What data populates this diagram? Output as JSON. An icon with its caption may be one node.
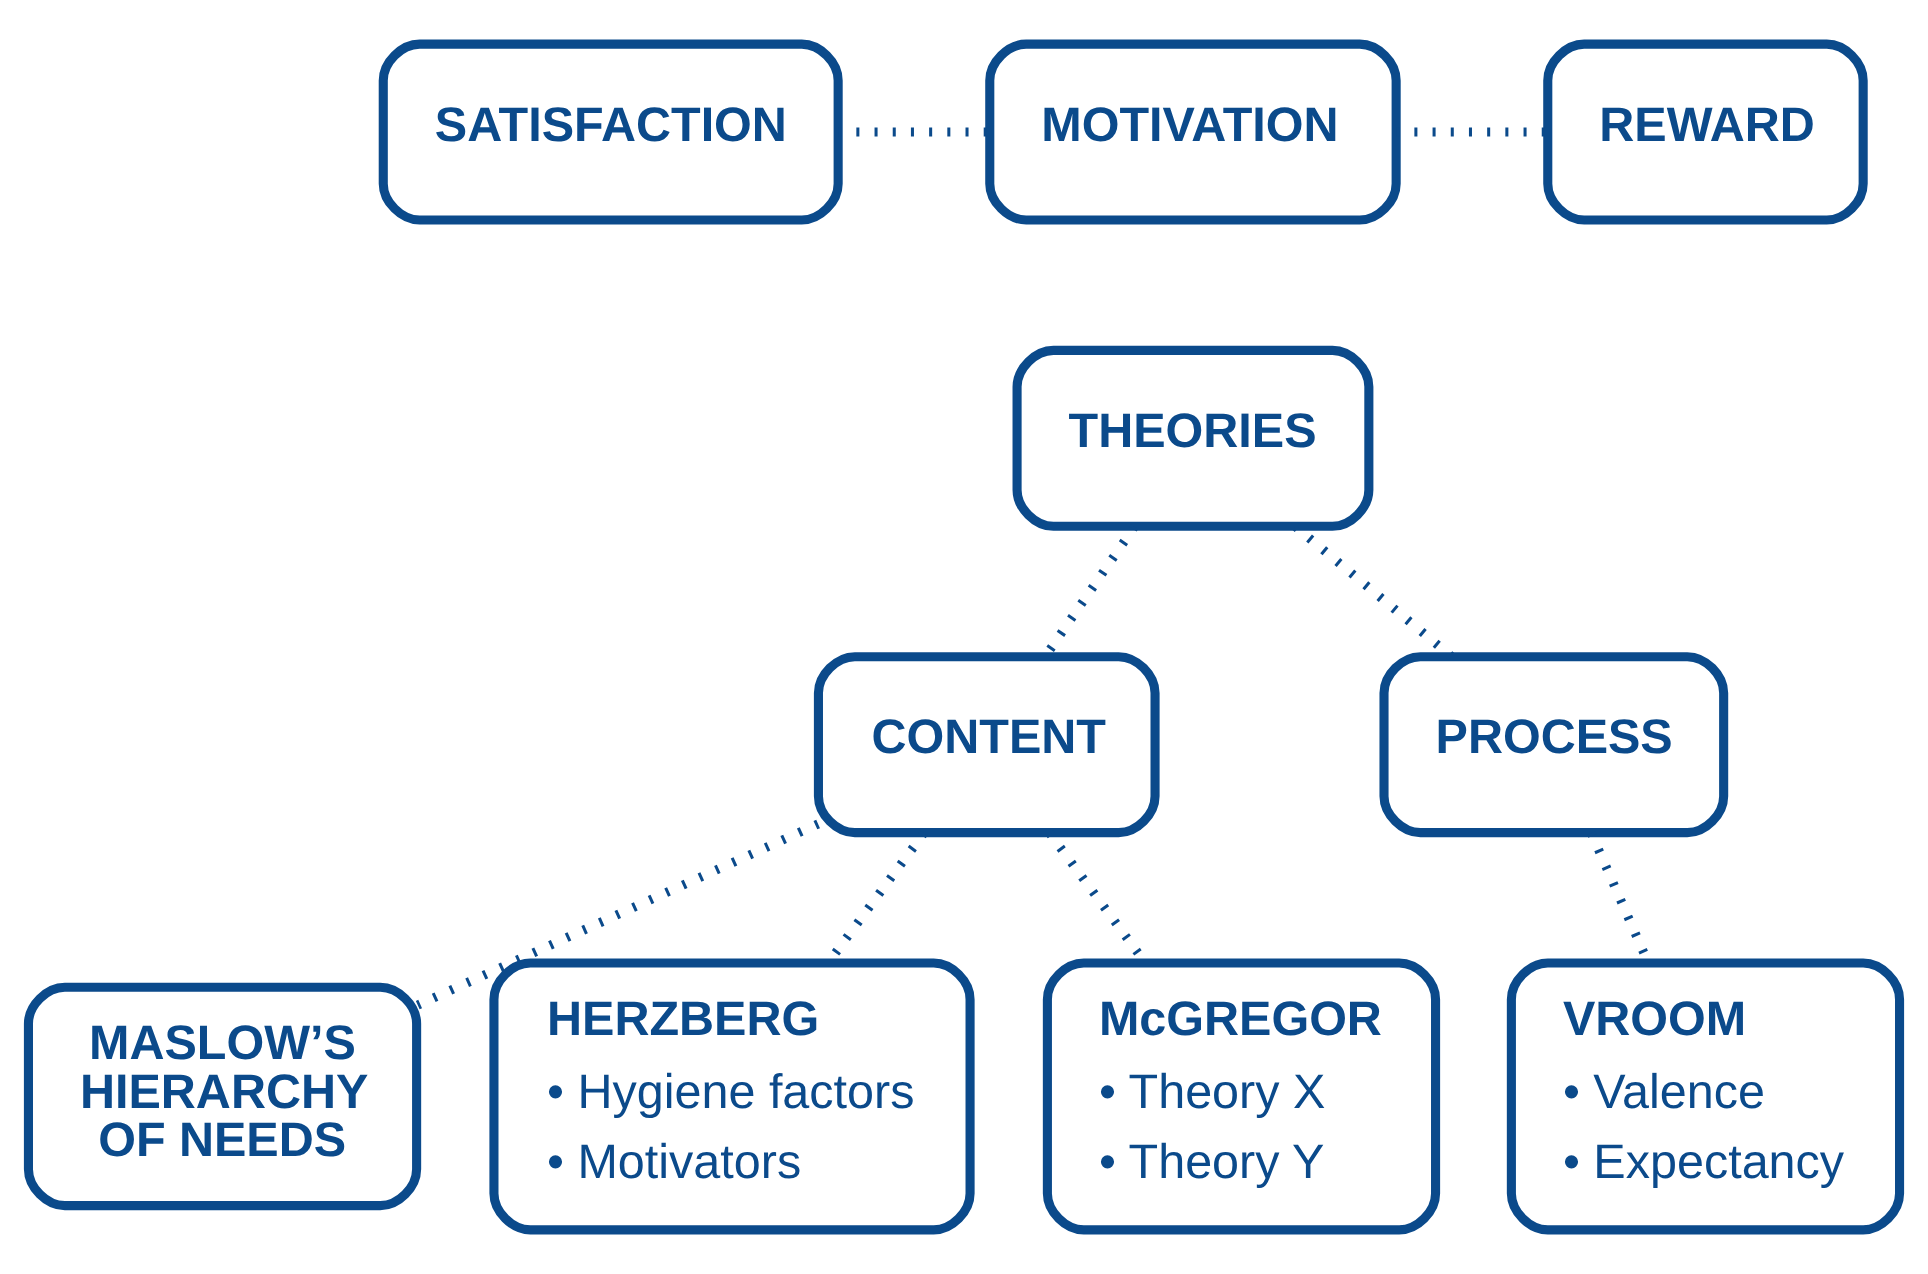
{
  "diagram": {
    "nodes": [
      {
        "text": [
          "SATISFACTION"
        ]
      },
      {
        "text": [
          "MOTIVATION"
        ]
      },
      {
        "text": [
          "REWARD"
        ]
      },
      {
        "text": [
          "THEORIES"
        ]
      },
      {
        "text": [
          "CONTENT"
        ]
      },
      {
        "text": [
          "PROCESS"
        ]
      },
      {
        "text": [
          "MASLOW’S HIERARCHY OF NEEDS"
        ]
      },
      {
        "text": [
          "HERZBERG",
          "• Hygiene factors",
          "• Motivators"
        ]
      },
      {
        "text": [
          "McGREGOR",
          "• Theory X",
          "• Theory Y"
        ]
      },
      {
        "text": [
          "VROOM",
          "• Valence",
          "• Expectancy"
        ]
      }
    ],
    "edges": [
      {
        "from": 0,
        "to": 1,
        "arrow": "none"
      },
      {
        "from": 1,
        "to": 2,
        "arrow": "none"
      },
      {
        "from": 3,
        "to": 4,
        "arrow": "none"
      },
      {
        "from": 3,
        "to": 5,
        "arrow": "none"
      },
      {
        "from": 4,
        "to": 6,
        "arrow": "none"
      },
      {
        "from": 4,
        "to": 7,
        "arrow": "none"
      },
      {
        "from": 4,
        "to": 8,
        "arrow": "none"
      },
      {
        "from": 5,
        "to": 9,
        "arrow": "none"
      }
    ]
  }
}
